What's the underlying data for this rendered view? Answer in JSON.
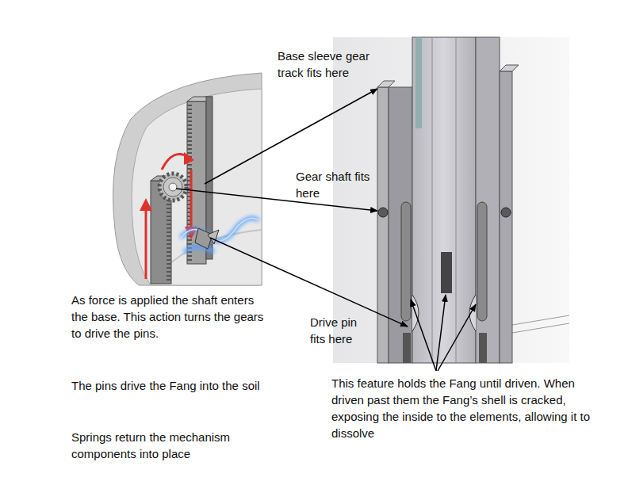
{
  "diagram": {
    "labels": [
      "Base sleeve gear track fits here",
      "Gear shaft fits here",
      "As force is applied the shaft enters the base. This action turns the gears to drive the pins.",
      "Drive pin fits here",
      "The pins drive the Fang into the soil",
      "This feature holds the Fang until driven. When driven past them the Fang’s shell is cracked, exposing the inside to the elements, allowing it to dissolve",
      "Springs return the mechanism components into place"
    ]
  }
}
